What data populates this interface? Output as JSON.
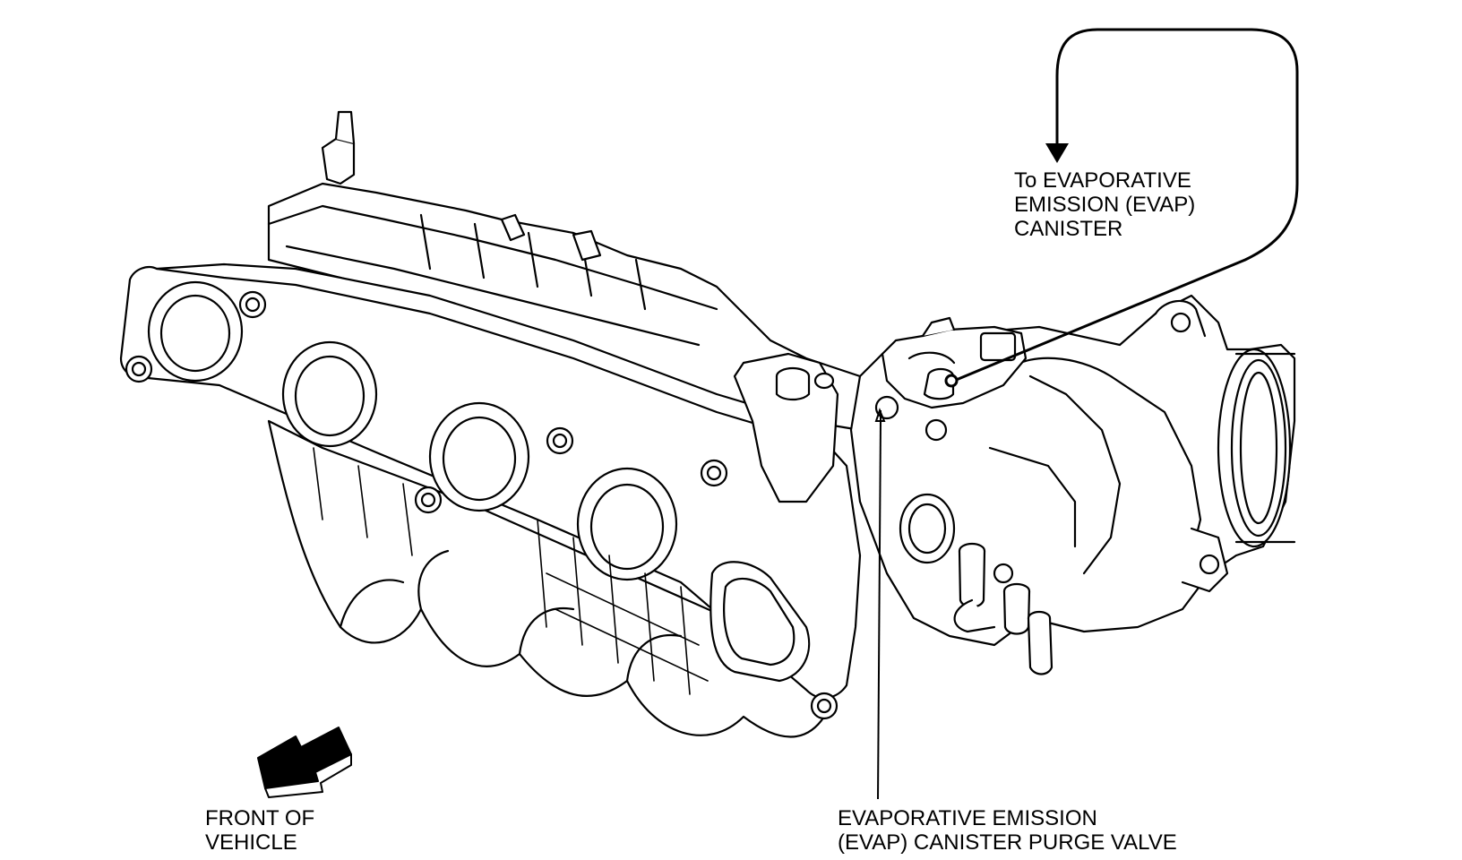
{
  "labels": {
    "to_canister": [
      "To EVAPORATIVE",
      "EMISSION (EVAP)",
      "CANISTER"
    ],
    "purge_valve": [
      "EVAPORATIVE EMISSION",
      "(EVAP) CANISTER PURGE VALVE"
    ],
    "front": [
      "FRONT OF",
      "VEHICLE"
    ]
  },
  "colors": {
    "line": "#000000",
    "fill": "#ffffff",
    "arrow_fill": "#000000"
  },
  "icons": {
    "flow_arrow": "arrow-down-icon",
    "front_arrow": "front-of-vehicle-arrow-icon"
  }
}
